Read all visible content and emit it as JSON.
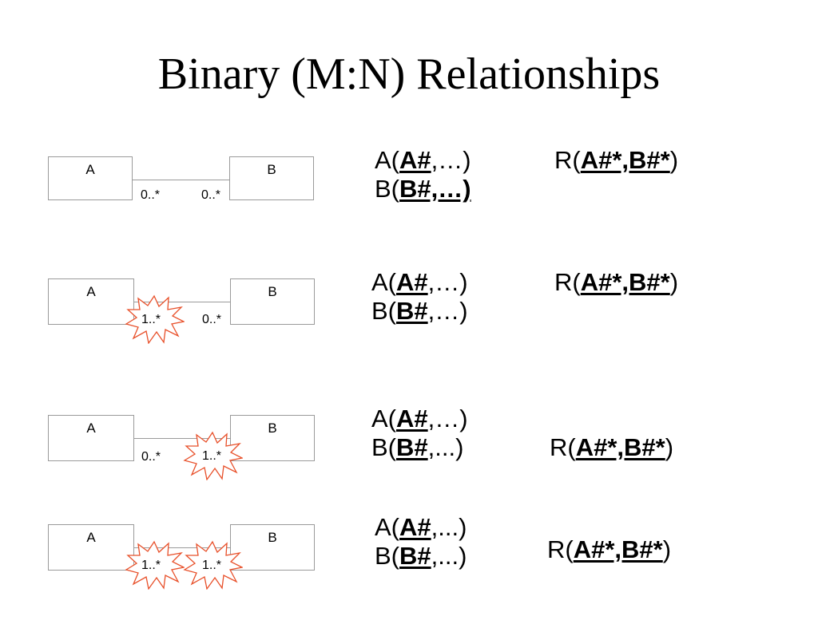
{
  "slide": {
    "title": "Binary (M:N) Relationships"
  },
  "rows": [
    {
      "entity_a": "A",
      "entity_b": "B",
      "mult_a": "0..*",
      "mult_b": "0..*",
      "highlight_a": false,
      "highlight_b": false,
      "relation_a": {
        "open": "A(",
        "key": "A#",
        "rest": ",…)"
      },
      "relation_b": {
        "open": "B(",
        "key": "B#,…)",
        "rest": ""
      },
      "relation_r": {
        "open": "R(",
        "key": "A#*,B#*",
        "close": ")"
      }
    },
    {
      "entity_a": "A",
      "entity_b": "B",
      "mult_a": "1..*",
      "mult_b": "0..*",
      "highlight_a": true,
      "highlight_b": false,
      "relation_a": {
        "open": "A(",
        "key": "A#",
        "rest": ",…)"
      },
      "relation_b": {
        "open": "B(",
        "key": "B#",
        "rest": ",…)"
      },
      "relation_r": {
        "open": "R(",
        "key": "A#*,B#*",
        "close": ")"
      }
    },
    {
      "entity_a": "A",
      "entity_b": "B",
      "mult_a": "0..*",
      "mult_b": "1..*",
      "highlight_a": false,
      "highlight_b": true,
      "relation_a": {
        "open": "A(",
        "key": "A#",
        "rest": ",…)"
      },
      "relation_b": {
        "open": "B(",
        "key": "B#",
        "rest": ",...)"
      },
      "relation_r": {
        "open": "R(",
        "key": "A#*,B#*",
        "close": ")"
      }
    },
    {
      "entity_a": "A",
      "entity_b": "B",
      "mult_a": "1..*",
      "mult_b": "1..*",
      "highlight_a": true,
      "highlight_b": true,
      "relation_a": {
        "open": "A(",
        "key": "A#",
        "rest": ",...)"
      },
      "relation_b": {
        "open": "B(",
        "key": "B#",
        "rest": ",...)"
      },
      "relation_r": {
        "open": "R(",
        "key": "A#*,B#*",
        "close": ")"
      }
    }
  ],
  "colors": {
    "highlight_stroke": "#e8502a",
    "box_border": "#9a9a9a"
  }
}
